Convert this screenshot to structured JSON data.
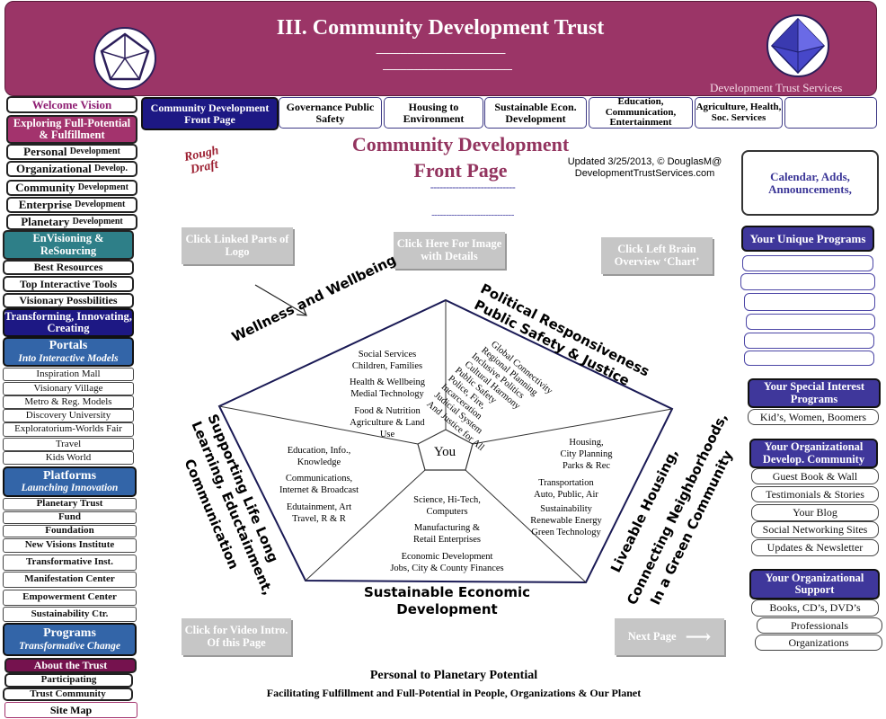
{
  "header": {
    "title": "III. Community Development Trust",
    "dash1": "------------------------------------------------------",
    "dash2": "------------------------------------------------------",
    "services": "Development Trust Services"
  },
  "left_nav": {
    "welcome": "Welcome Vision",
    "exploring": "Exploring Full-Potential & Fulfillment",
    "personal": [
      "Personal",
      "Development"
    ],
    "organizational": [
      "Organizational",
      "Develop."
    ],
    "community": [
      "Community",
      "Development"
    ],
    "enterprise": [
      "Enterprise",
      "Development"
    ],
    "planetary": [
      "Planetary",
      "Development"
    ],
    "envisioning": "EnVisioning & ReSourcing",
    "best_resources": "Best Resources",
    "top_tools": "Top Interactive Tools",
    "visionary_poss": "Visionary Possbilities",
    "transforming": "Transforming, Innovating, Creating",
    "portals_title": "Portals",
    "portals_sub": "Into Interactive Models",
    "inspiration_mall": "Inspiration Mall",
    "visionary_village": "Visionary Village",
    "metro_models": "Metro & Reg. Models",
    "discovery_univ": "Discovery University",
    "exploratorium": "Exploratorium-Worlds Fair",
    "travel": "Travel",
    "kids_world": "Kids World",
    "platforms_title": "Platforms",
    "platforms_sub": "Launching Innovation",
    "planetary_trust": "Planetary Trust",
    "fund": "Fund",
    "foundation": "Foundation",
    "new_visions": "New Visions Institute",
    "transformative_inst": "Transformative Inst.",
    "manifestation": "Manifestation Center",
    "empowerment": "Empowerment Center",
    "sustainability_ctr": "Sustainability Ctr.",
    "programs_title": "Programs",
    "programs_sub": "Transformative Change",
    "about_trust": "About the Trust",
    "participating": "Participating",
    "trust_community": "Trust Community",
    "site_map": "Site Map"
  },
  "tabs": [
    "Community Development Front Page",
    "Governance Public Safety",
    "Housing to Environment",
    "Sustainable Econ. Development",
    "Education, Communication, Entertainment",
    "Agriculture, Health, Soc. Services",
    ""
  ],
  "main": {
    "rough_draft": "Rough Draft",
    "title_line1": "Community Development",
    "title_line2": "Front Page",
    "title_dash1": "---------------------------",
    "title_dash2": "-----------------------------",
    "updated_line1": "Updated 3/25/2013, © DouglasM@",
    "updated_line2": "DevelopmentTrustServices.com",
    "btn_logo": "Click Linked Parts of Logo",
    "btn_image": "Click Here For Image with Details",
    "btn_brain": "Click Left Brain Overview ‘Chart’",
    "btn_video": "Click for Video Intro. Of this Page",
    "btn_next": "Next Page",
    "footer_line1": "Personal to Planetary Potential",
    "footer_line2": "Facilitating Fulfillment and Full-Potential in People, Organizations & Our Planet"
  },
  "diagram": {
    "center": "You",
    "segments": {
      "wellness": "Wellness and Wellbeing",
      "political1": "Political Responsiveness",
      "political2": "Public Safety & Justice",
      "housing1": "Liveable Housing,",
      "housing2": "Connecting Neighborhoods,",
      "housing3": "In a Green Community",
      "economic1": "Sustainable Economic",
      "economic2": "Development",
      "learning1": "Supporting Life Long",
      "learning2": "Learning, Eductainment,",
      "learning3": "Communication"
    },
    "wellness_items": [
      "Social Services",
      "Children, Families",
      "Health & Wellbeing",
      "Medial Technology",
      "Food & Nutrition",
      "Agriculture & Land",
      "Use"
    ],
    "political_items": [
      "Global Connectivity",
      "Regional Planning",
      "Inclusive Politics",
      "Cultural Harmony",
      "Public Safety",
      "Police, Fire,",
      "Incarceration",
      "Judicial System",
      "And Justice for All"
    ],
    "housing_items": [
      "Housing,",
      "City Planning",
      "Parks & Rec",
      "Transportation",
      "Auto,  Public, Air",
      "Sustainability",
      "Renewable Energy",
      "Green Technology"
    ],
    "economic_items": [
      "Science, Hi-Tech,",
      "Computers",
      "Manufacturing &",
      "Retail Enterprises",
      "Economic Development",
      "Jobs, City & County Finances"
    ],
    "learning_items": [
      "Education, Info.,",
      "Knowledge",
      "Communications,",
      "Internet & Broadcast",
      "Edutainment, Art",
      "Travel, R & R"
    ]
  },
  "right_nav": {
    "calendar": "Calendar, Adds, Announcements,",
    "unique_programs": "Your Unique Programs",
    "special_interest": "Your Special Interest Programs",
    "kids_women": "Kid’s, Women, Boomers",
    "org_develop": "Your Organizational Develop. Community",
    "guest_book": "Guest Book &  Wall",
    "testimonials": "Testimonials & Stories",
    "your_blog": "Your Blog",
    "social_networking": "Social Networking Sites",
    "updates": "Updates & Newsletter",
    "org_support": "Your Organizational Support",
    "books": "Books, CD’s, DVD’s",
    "professionals": "Professionals",
    "organizations": "Organizations"
  },
  "colors": {
    "header_bg": "#9b3567",
    "title_color": "#93345f",
    "nav_navy": "#1d1884",
    "nav_blue": "#3365a8",
    "nav_teal": "#2e7f88",
    "right_indigo": "#3f379b"
  }
}
